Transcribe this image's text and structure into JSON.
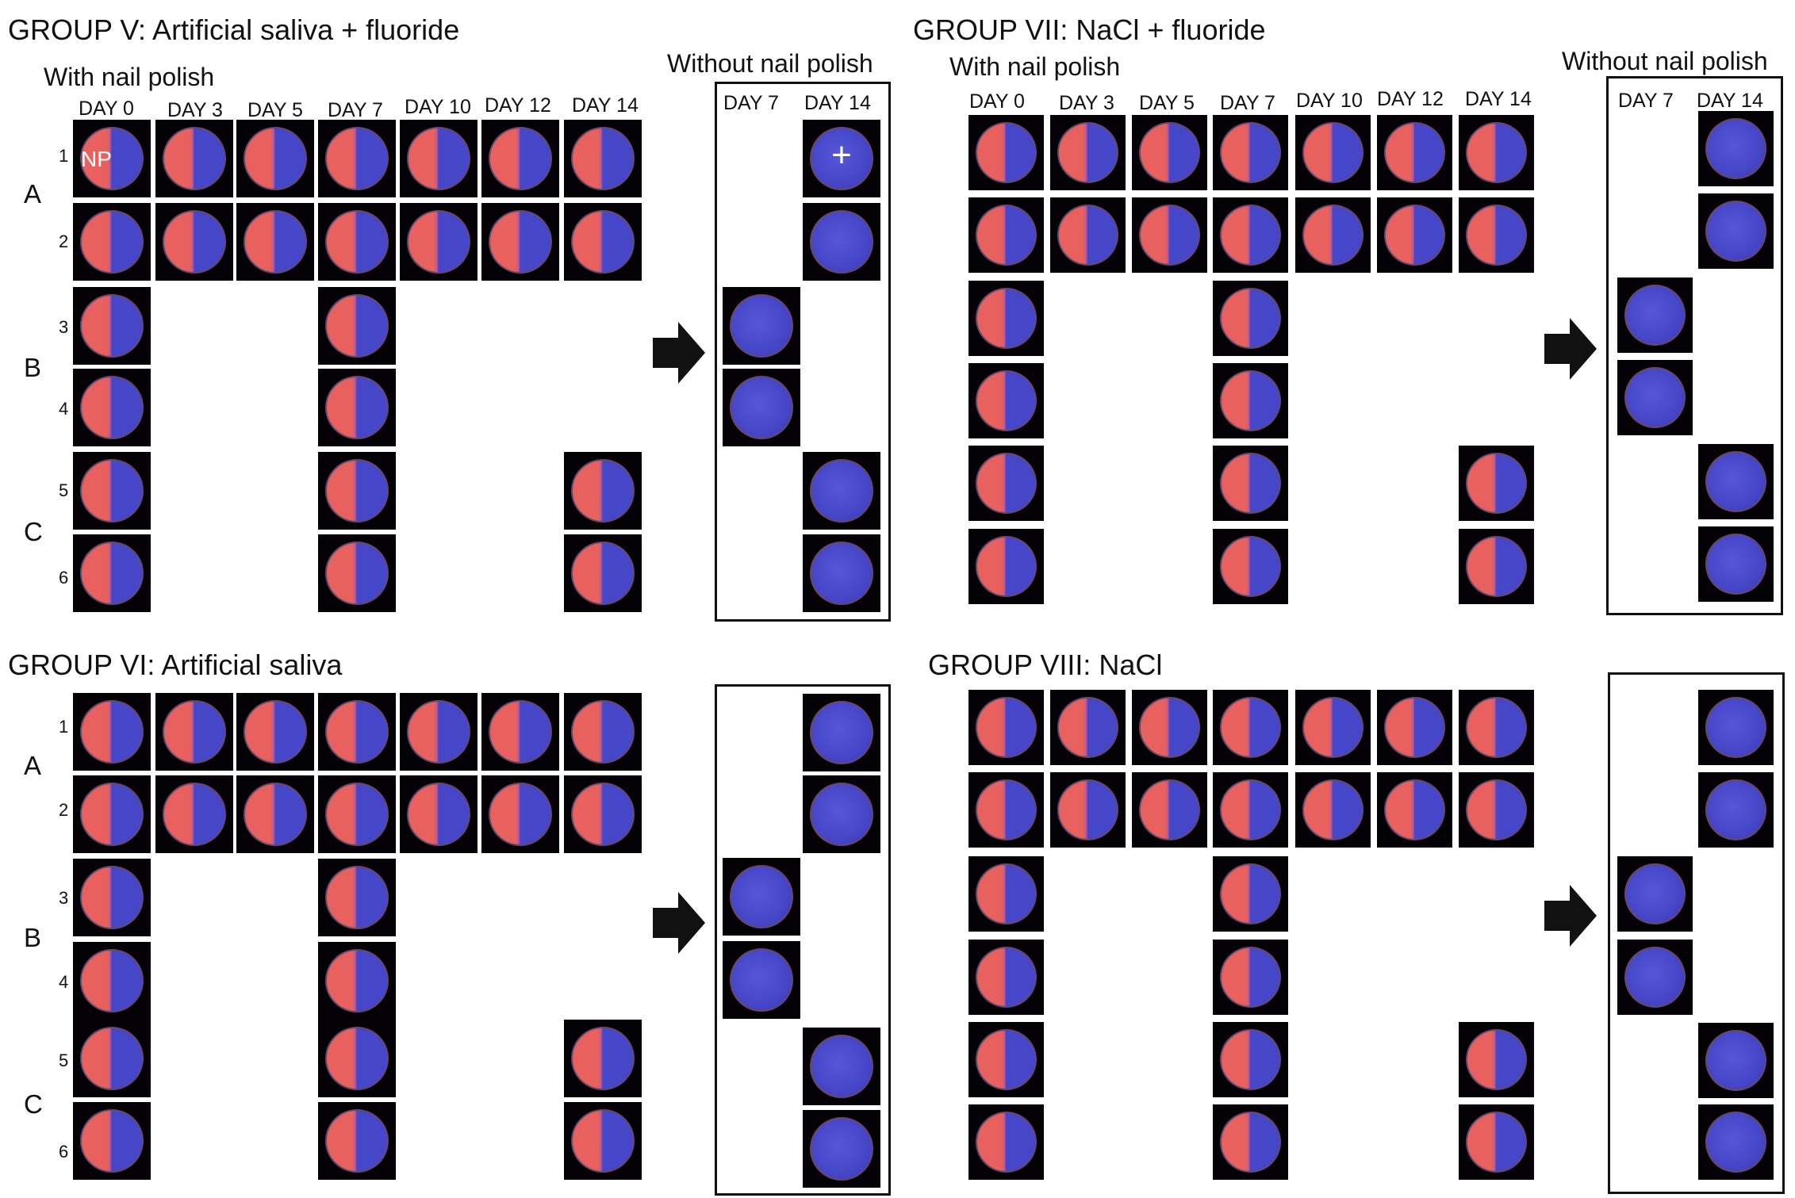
{
  "row_numbers": [
    "1",
    "2",
    "3",
    "4",
    "5",
    "6"
  ],
  "section_labels": [
    "A",
    "B",
    "C"
  ],
  "np_label": "NP",
  "plus_label": "+",
  "panels": [
    {
      "title": "GROUP V: Artificial saliva + fluoride",
      "with_label": "With nail polish",
      "without_label": "Without nail polish",
      "days": [
        "DAY 0",
        "DAY 3",
        "DAY 5",
        "DAY 7",
        "DAY 10",
        "DAY 12",
        "DAY 14"
      ],
      "without_days": [
        "DAY 7",
        "DAY 14"
      ]
    },
    {
      "title": "GROUP VII: NaCl + fluoride",
      "with_label": "With nail polish",
      "without_label": "Without nail polish",
      "days": [
        "DAY 0",
        "DAY 3",
        "DAY 5",
        "DAY 7",
        "DAY 10",
        "DAY 12",
        "DAY 14"
      ],
      "without_days": [
        "DAY 7",
        "DAY 14"
      ]
    },
    {
      "title": "GROUP VI: Artificial saliva"
    },
    {
      "title": "GROUP VIII: NaCl"
    }
  ],
  "colors": {
    "demineralized": "#e8615e",
    "sound_enamel": "#4646c8",
    "tile_background": "#050207",
    "frame": "#111111"
  }
}
